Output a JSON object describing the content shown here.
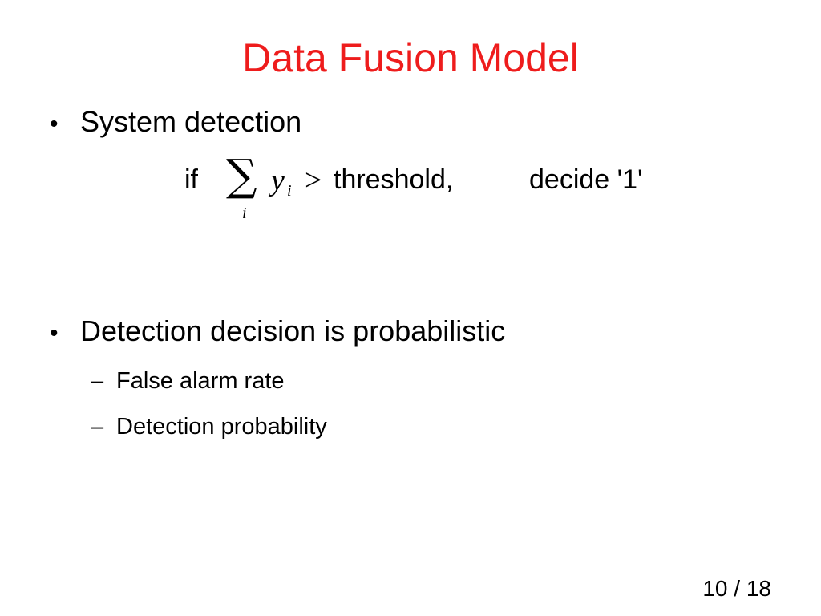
{
  "slide": {
    "title": "Data Fusion Model",
    "title_color": "#ee1c1c",
    "bullets": [
      {
        "marker": "•",
        "text": "System detection"
      },
      {
        "marker": "•",
        "text": "Detection decision is probabilistic"
      }
    ],
    "sub_bullets": [
      {
        "marker": "–",
        "text": "False alarm rate"
      },
      {
        "marker": "–",
        "text": "Detection probability"
      }
    ],
    "formula": {
      "if": "if",
      "sum_symbol": "∑",
      "sum_index": "i",
      "variable": "y",
      "variable_subscript": "i",
      "operator": ">",
      "threshold": "threshold,",
      "decision": "decide '1'"
    },
    "page_number": "10 / 18"
  }
}
